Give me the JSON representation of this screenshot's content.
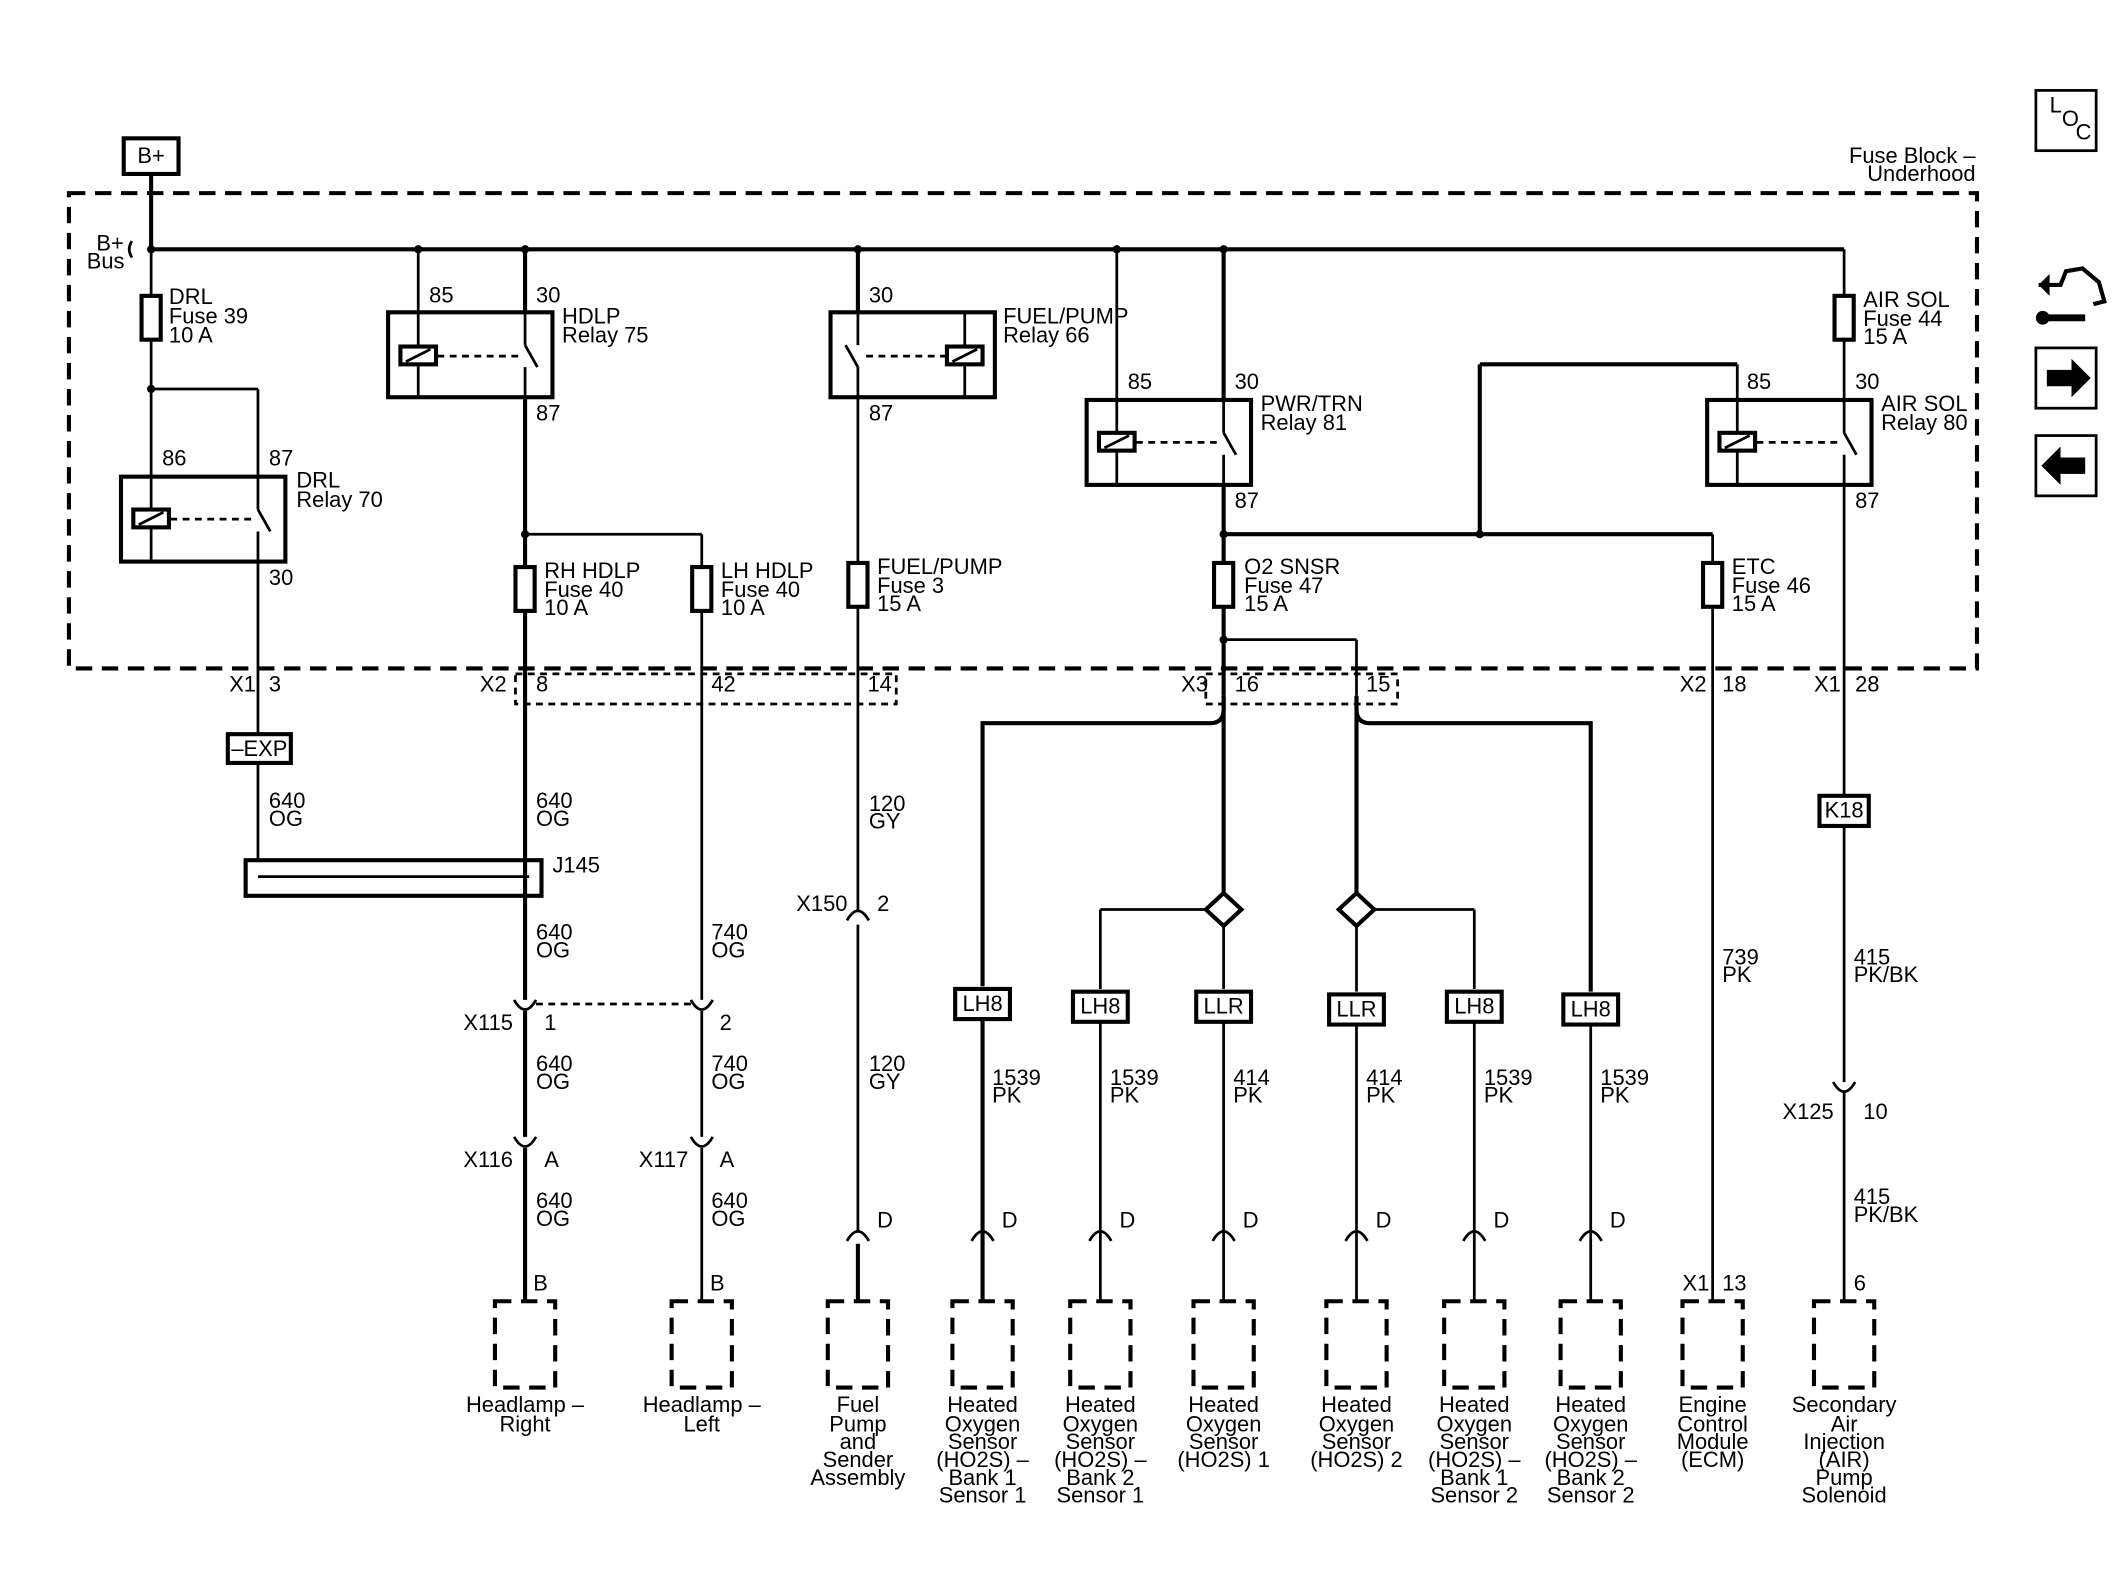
{
  "top": {
    "bplus": "B+",
    "bus_a": "B+",
    "bus_b": "Bus",
    "fuse_block_a": "Fuse Block –",
    "fuse_block_b": "Underhood"
  },
  "nav": {
    "loc_l": "L",
    "loc_o": "O",
    "loc_c": "C"
  },
  "fuses": [
    {
      "a": "DRL",
      "b": "Fuse 39",
      "c": "10 A"
    },
    {
      "a": "RH HDLP",
      "b": "Fuse 40",
      "c": "10 A"
    },
    {
      "a": "LH HDLP",
      "b": "Fuse 40",
      "c": "10 A"
    },
    {
      "a": "FUEL/PUMP",
      "b": "Fuse 3",
      "c": "15 A"
    },
    {
      "a": "O2 SNSR",
      "b": "Fuse 47",
      "c": "15 A"
    },
    {
      "a": "ETC",
      "b": "Fuse 46",
      "c": "15 A"
    },
    {
      "a": "AIR SOL",
      "b": "Fuse 44",
      "c": "15 A"
    }
  ],
  "relays": [
    {
      "a": "DRL",
      "b": "Relay 70",
      "pins": [
        "86",
        "87",
        "30"
      ]
    },
    {
      "a": "HDLP",
      "b": "Relay 75",
      "pins": [
        "85",
        "30",
        "87"
      ]
    },
    {
      "a": "FUEL/PUMP",
      "b": "Relay 66",
      "pins": [
        "30",
        "87"
      ]
    },
    {
      "a": "PWR/TRN",
      "b": "Relay 81",
      "pins": [
        "85",
        "30",
        "87"
      ]
    },
    {
      "a": "AIR SOL",
      "b": "Relay 80",
      "pins": [
        "85",
        "30",
        "87"
      ]
    }
  ],
  "connectors": {
    "x1": "X1",
    "p3": "3",
    "x2": "X2",
    "p8": "8",
    "p42": "42",
    "p14": "14",
    "x3": "X3",
    "p16": "16",
    "p15": "15",
    "x2b": "X2",
    "p18": "18",
    "x1b": "X1",
    "p28": "28",
    "exp": "–EXP",
    "j145": "J145",
    "x150": "X150",
    "x150p": "2",
    "x115": "X115",
    "x115a": "1",
    "x115b": "2",
    "x116": "X116",
    "x116p": "A",
    "x117": "X117",
    "x117p": "A",
    "x125": "X125",
    "x125p": "10",
    "k18": "K18"
  },
  "wires": [
    {
      "n": "640",
      "c": "OG"
    },
    {
      "n": "640",
      "c": "OG"
    },
    {
      "n": "640",
      "c": "OG"
    },
    {
      "n": "740",
      "c": "OG"
    },
    {
      "n": "640",
      "c": "OG"
    },
    {
      "n": "740",
      "c": "OG"
    },
    {
      "n": "640",
      "c": "OG"
    },
    {
      "n": "640",
      "c": "OG"
    },
    {
      "n": "120",
      "c": "GY"
    },
    {
      "n": "120",
      "c": "GY"
    },
    {
      "n": "1539",
      "c": "PK"
    },
    {
      "n": "1539",
      "c": "PK"
    },
    {
      "n": "414",
      "c": "PK"
    },
    {
      "n": "414",
      "c": "PK"
    },
    {
      "n": "1539",
      "c": "PK"
    },
    {
      "n": "1539",
      "c": "PK"
    },
    {
      "n": "739",
      "c": "PK"
    },
    {
      "n": "415",
      "c": "PK/BK"
    },
    {
      "n": "415",
      "c": "PK/BK"
    }
  ],
  "options": [
    "LH8",
    "LH8",
    "LLR",
    "LLR",
    "LH8",
    "LH8"
  ],
  "pins_bottom": {
    "b1": "B",
    "b2": "B",
    "d": "D",
    "ecm_x": "X1",
    "ecm_p": "13",
    "air_p": "6"
  },
  "components": [
    [
      "Headlamp –",
      "Right"
    ],
    [
      "Headlamp –",
      "Left"
    ],
    [
      "Fuel",
      "Pump",
      "and",
      "Sender",
      "Assembly"
    ],
    [
      "Heated",
      "Oxygen",
      "Sensor",
      "(HO2S) –",
      "Bank 1",
      "Sensor 1"
    ],
    [
      "Heated",
      "Oxygen",
      "Sensor",
      "(HO2S) –",
      "Bank 2",
      "Sensor 1"
    ],
    [
      "Heated",
      "Oxygen",
      "Sensor",
      "(HO2S) 1"
    ],
    [
      "Heated",
      "Oxygen",
      "Sensor",
      "(HO2S) 2"
    ],
    [
      "Heated",
      "Oxygen",
      "Sensor",
      "(HO2S) –",
      "Bank 1",
      "Sensor 2"
    ],
    [
      "Heated",
      "Oxygen",
      "Sensor",
      "(HO2S) –",
      "Bank 2",
      "Sensor 2"
    ],
    [
      "Engine",
      "Control",
      "Module",
      "(ECM)"
    ],
    [
      "Secondary",
      "Air",
      "Injection",
      "(AIR)",
      "Pump",
      "Solenoid"
    ]
  ]
}
